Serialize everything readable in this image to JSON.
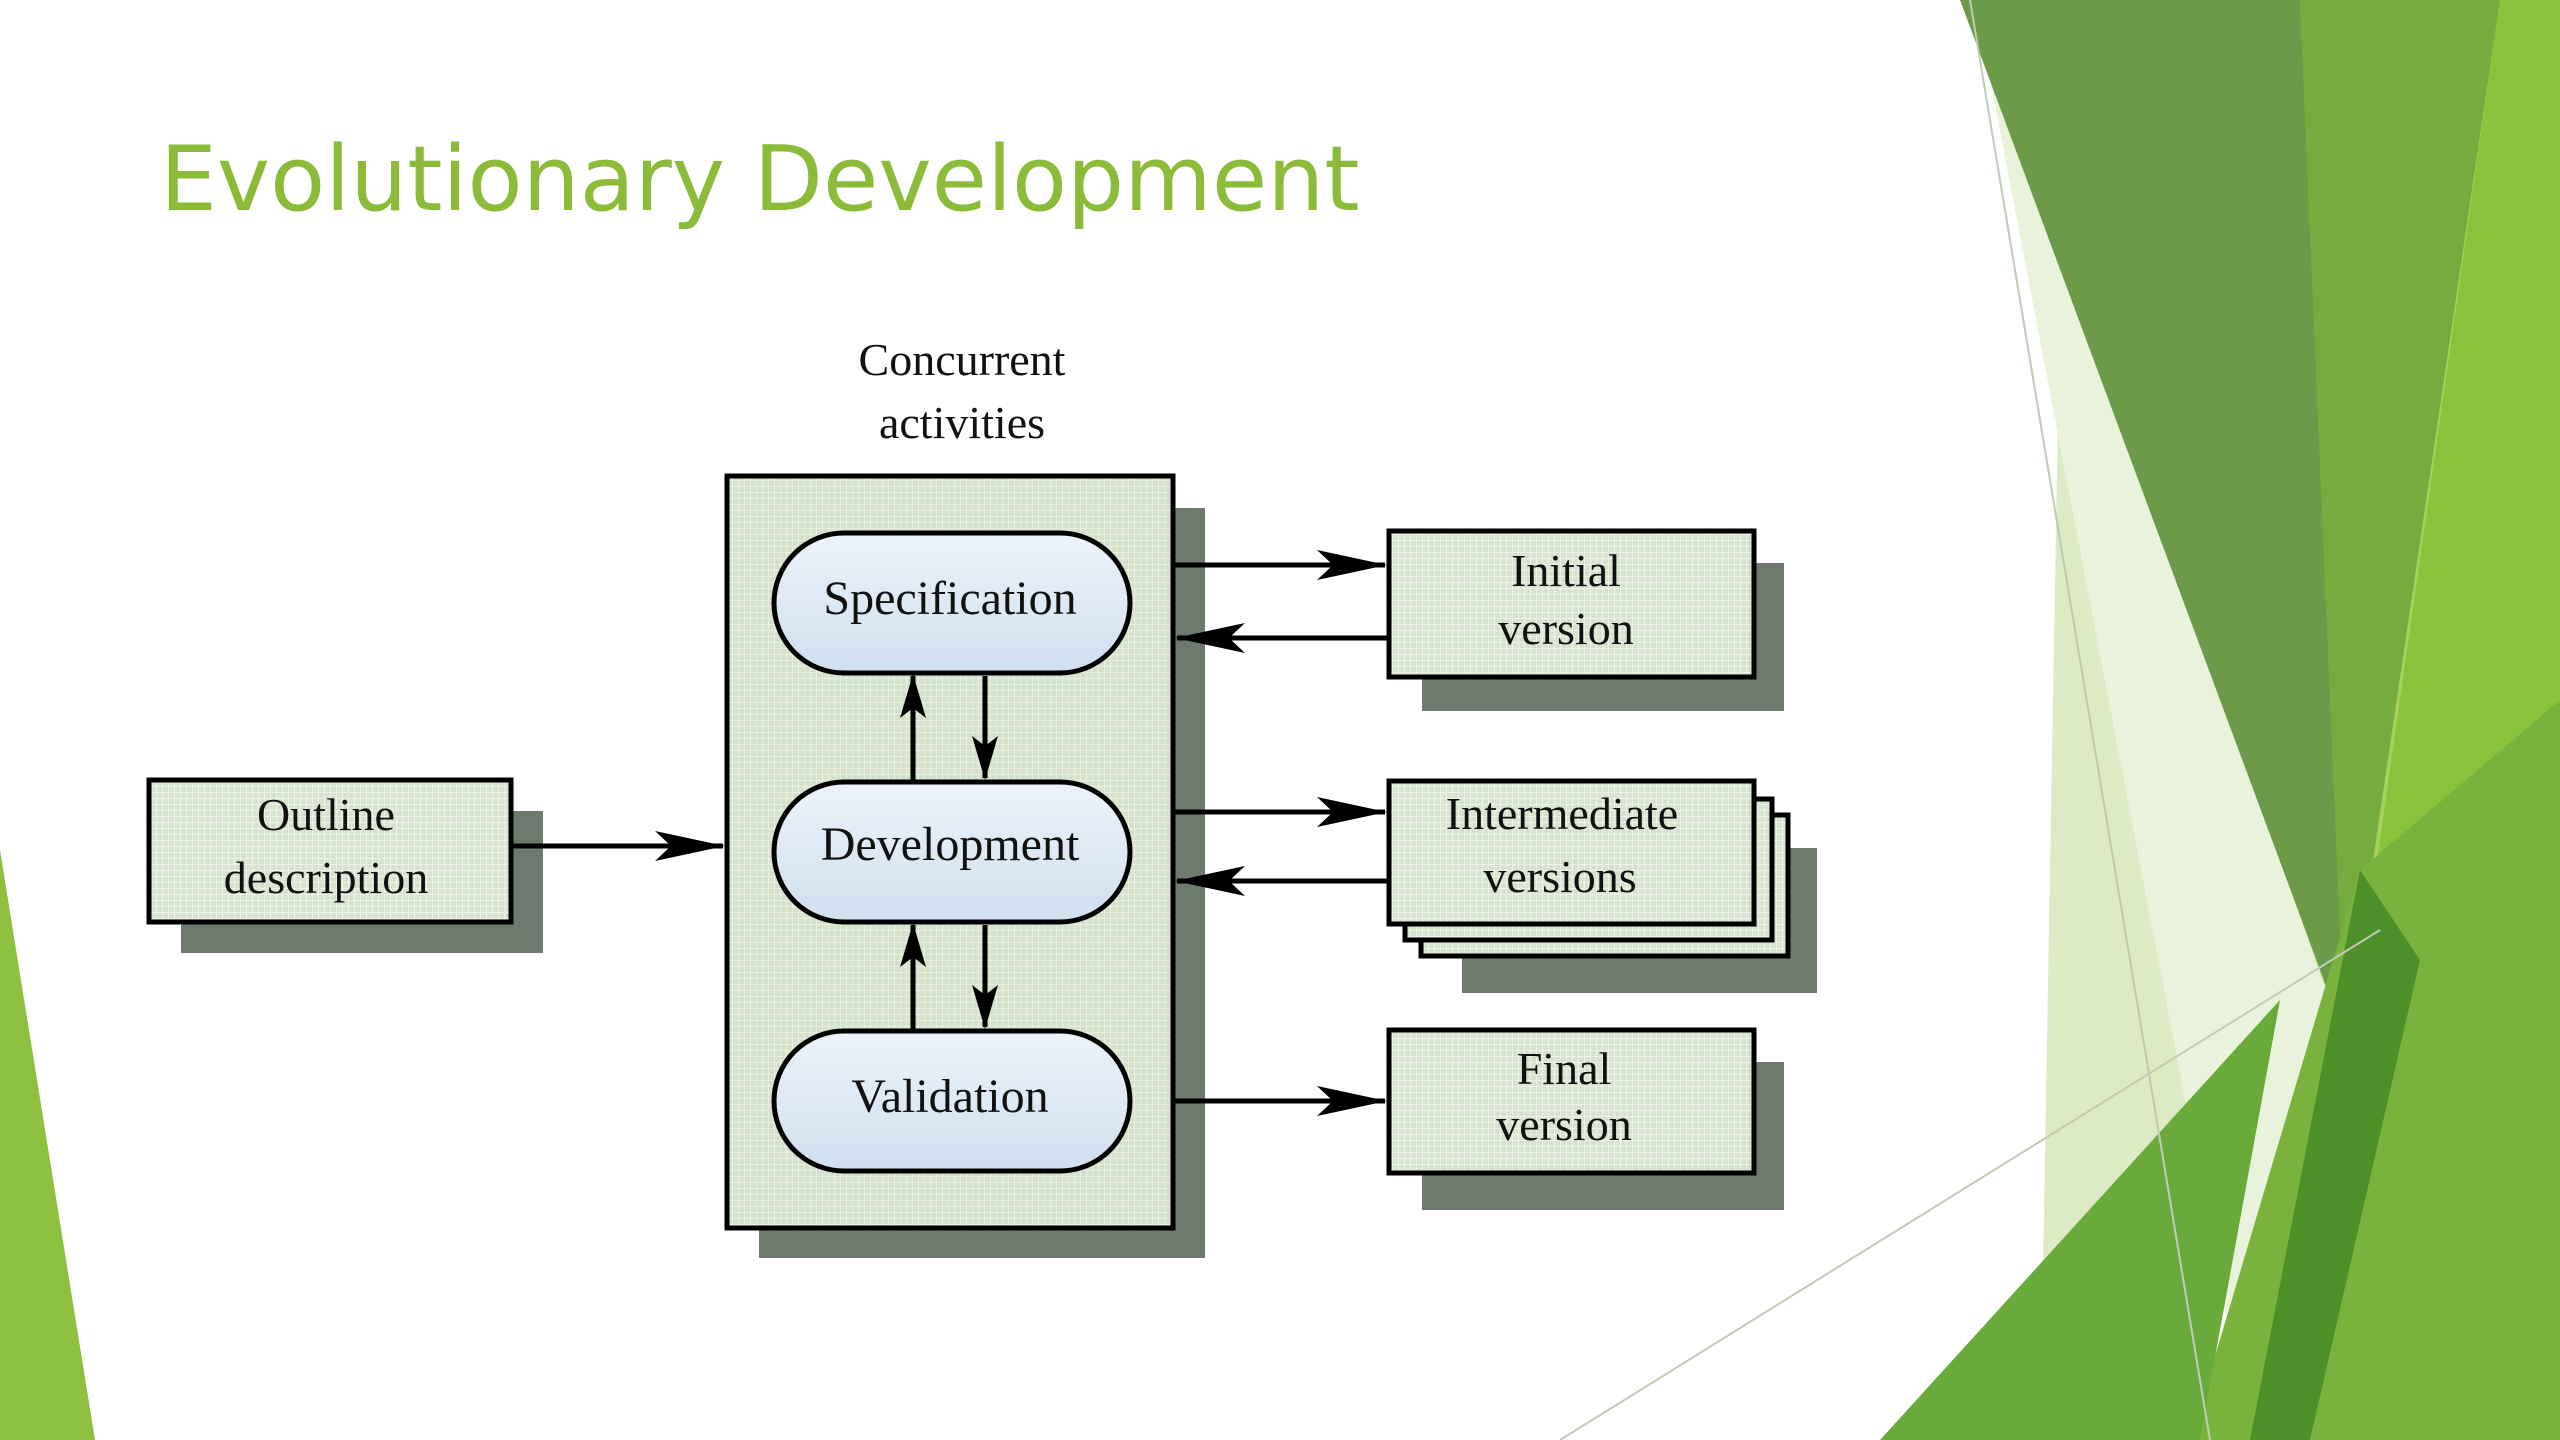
{
  "slide": {
    "title": "Evolutionary Development"
  },
  "diagram": {
    "group_label": [
      "Concurrent",
      "activities"
    ],
    "input": [
      "Outline",
      "description"
    ],
    "activities": [
      "Specification",
      "Development",
      "Validation"
    ],
    "outputs": {
      "initial": [
        "Initial",
        "version"
      ],
      "intermediate": [
        "Intermediate",
        "versions"
      ],
      "final": [
        "Final",
        "version"
      ]
    }
  },
  "colors": {
    "title": "#8cbb3a",
    "box_fill": "#d3e2c9",
    "shadow": "#6e7a6e",
    "pill_fill": "#dce8f4",
    "green_light": "#8dc03f",
    "green_dark": "#6b9b48"
  }
}
